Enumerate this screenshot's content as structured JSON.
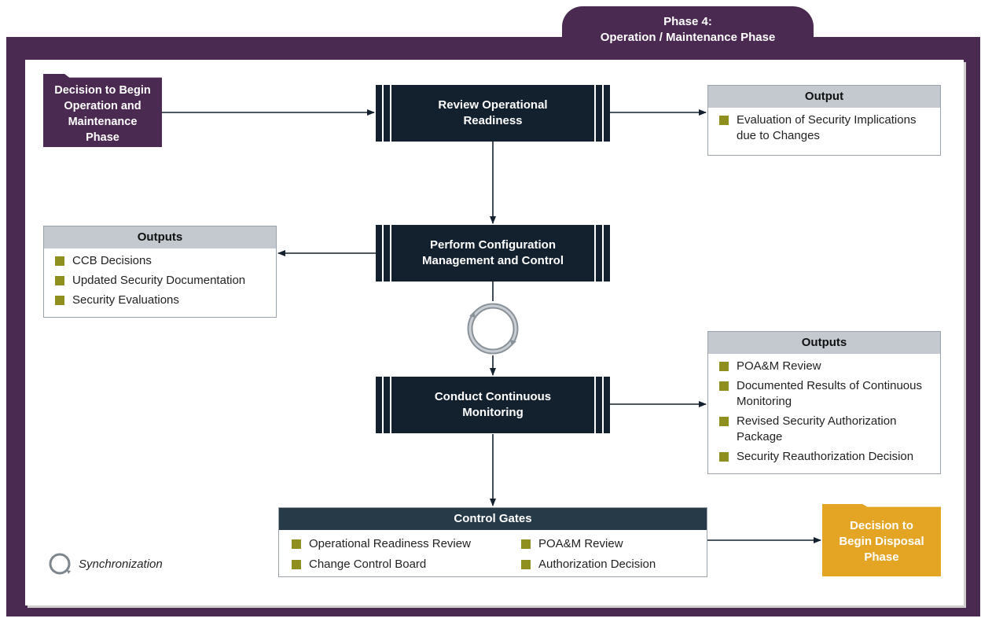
{
  "phase_tab": {
    "line1": "Phase 4:",
    "line2": "Operation / Maintenance Phase"
  },
  "start_node": {
    "lines": [
      "Decision to Begin",
      "Operation and",
      "Maintenance",
      "Phase"
    ]
  },
  "end_node": {
    "lines": [
      "Decision to",
      "Begin Disposal",
      "Phase"
    ]
  },
  "processes": [
    {
      "lines": [
        "Review Operational",
        "Readiness"
      ]
    },
    {
      "lines": [
        "Perform Configuration",
        "Management and Control"
      ]
    },
    {
      "lines": [
        "Conduct Continuous",
        "Monitoring"
      ]
    }
  ],
  "output_review": {
    "title": "Output",
    "items": [
      "Evaluation of Security Implications due to Changes"
    ]
  },
  "outputs_config": {
    "title": "Outputs",
    "items": [
      "CCB Decisions",
      "Updated Security Documentation",
      "Security Evaluations"
    ]
  },
  "outputs_monitoring": {
    "title": "Outputs",
    "items": [
      "POA&M Review",
      "Documented Results of Continuous Monitoring",
      "Revised Security Authorization Package",
      "Security Reauthorization Decision"
    ]
  },
  "control_gates": {
    "title": "Control Gates",
    "col1": [
      "Operational Readiness Review",
      "Change Control Board"
    ],
    "col2": [
      "POA&M Review",
      "Authorization Decision"
    ]
  },
  "legend": {
    "label": "Synchronization",
    "icon": "synchronization-icon"
  },
  "colors": {
    "phase": "#4a2a51",
    "process": "#13202d",
    "bullet": "#8f8f1f",
    "end": "#e3a523",
    "header": "#c3c9ce",
    "gates_header": "#263a47"
  }
}
